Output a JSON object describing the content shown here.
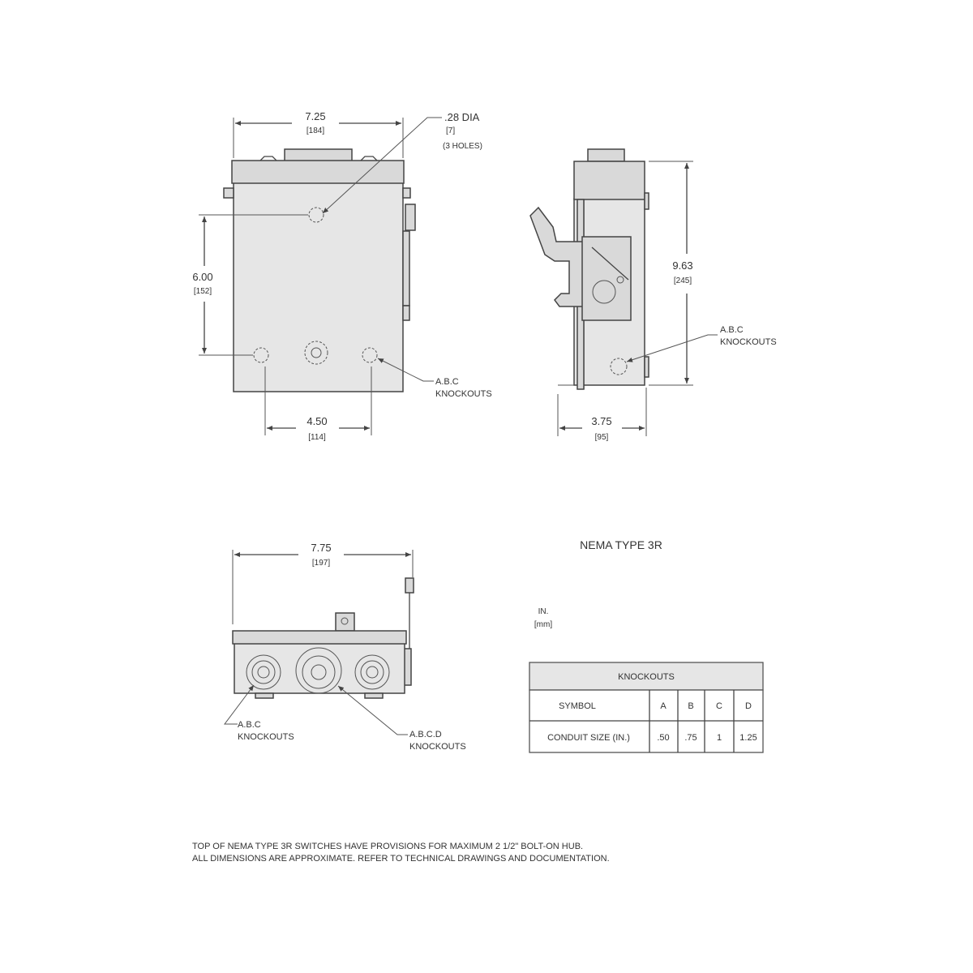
{
  "front_view": {
    "width_in": "7.25",
    "width_mm": "[184]",
    "hole_dia": ".28 DIA",
    "hole_dia_mm": "[7]",
    "hole_count": "(3 HOLES)",
    "vertical_in": "6.00",
    "vertical_mm": "[152]",
    "spacing_in": "4.50",
    "spacing_mm": "[114]",
    "knockout_label_1": "A.B.C",
    "knockout_label_2": "KNOCKOUTS"
  },
  "side_view": {
    "height_in": "9.63",
    "height_mm": "[245]",
    "depth_in": "3.75",
    "depth_mm": "[95]",
    "knockout_label_1": "A.B.C",
    "knockout_label_2": "KNOCKOUTS"
  },
  "bottom_view": {
    "width_in": "7.75",
    "width_mm": "[197]",
    "left_label_1": "A.B.C",
    "left_label_2": "KNOCKOUTS",
    "center_label_1": "A.B.C.D",
    "center_label_2": "KNOCKOUTS"
  },
  "title": "NEMA TYPE 3R",
  "units": {
    "top": "IN.",
    "bottom": "[mm]"
  },
  "knockouts_table": {
    "title": "KNOCKOUTS",
    "row_labels": [
      "SYMBOL",
      "CONDUIT SIZE (IN.)"
    ],
    "symbols": [
      "A",
      "B",
      "C",
      "D"
    ],
    "sizes": [
      ".50",
      ".75",
      "1",
      "1.25"
    ]
  },
  "notes": [
    "TOP OF NEMA TYPE 3R SWITCHES HAVE PROVISIONS FOR MAXIMUM 2 1/2\" BOLT-ON HUB.",
    "ALL DIMENSIONS ARE APPROXIMATE. REFER TO TECHNICAL DRAWINGS AND DOCUMENTATION."
  ]
}
